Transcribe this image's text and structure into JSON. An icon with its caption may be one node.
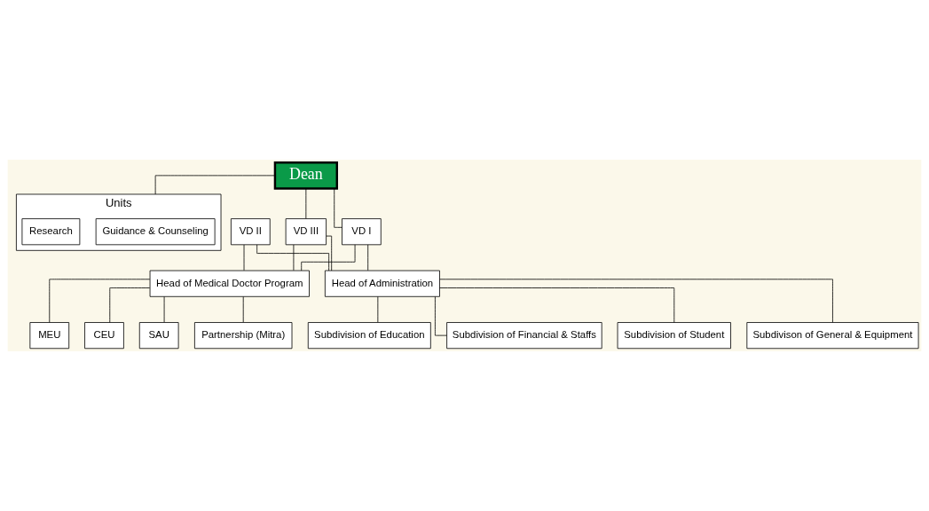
{
  "diagram": {
    "nodes": [
      {
        "text": [
          "Dean"
        ]
      },
      {
        "text": [
          "VD I"
        ]
      },
      {
        "text": [
          "VD II"
        ]
      },
      {
        "text": [
          "VD III"
        ]
      },
      {
        "text": [
          "Units"
        ]
      },
      {
        "text": [
          "Guidance & Counseling"
        ],
        "in": 4
      },
      {
        "text": [
          "Research"
        ],
        "in": 4
      },
      {
        "text": [
          "Head of Medical Doctor Program"
        ]
      },
      {
        "text": [
          "Head of Administration"
        ]
      },
      {
        "text": [
          "MEU"
        ]
      },
      {
        "text": [
          "CEU"
        ]
      },
      {
        "text": [
          "SAU"
        ]
      },
      {
        "text": [
          "Partnership (Mitra)"
        ]
      },
      {
        "text": [
          "Subdivision of Education"
        ]
      },
      {
        "text": [
          "Subdivision of Financial & Staffs"
        ]
      },
      {
        "text": [
          "Subdivision of Student"
        ]
      },
      {
        "text": [
          "Subdivison of General & Equipment"
        ]
      }
    ],
    "edges": [
      {
        "from": 0,
        "to": 1,
        "arrow": "none"
      },
      {
        "from": 0,
        "to": 3,
        "arrow": "none"
      },
      {
        "from": 0,
        "to": 4,
        "arrow": "none"
      },
      {
        "from": 1,
        "to": 7,
        "arrow": "none"
      },
      {
        "from": 2,
        "to": 7,
        "arrow": "none"
      },
      {
        "from": 3,
        "to": 7,
        "arrow": "none"
      },
      {
        "from": 1,
        "to": 8,
        "arrow": "none"
      },
      {
        "from": 2,
        "to": 8,
        "arrow": "none"
      },
      {
        "from": 3,
        "to": 8,
        "arrow": "none"
      },
      {
        "from": 7,
        "to": 9,
        "arrow": "none"
      },
      {
        "from": 7,
        "to": 10,
        "arrow": "none"
      },
      {
        "from": 7,
        "to": 11,
        "arrow": "none"
      },
      {
        "from": 7,
        "to": 12,
        "arrow": "none"
      },
      {
        "from": 8,
        "to": 13,
        "arrow": "none"
      },
      {
        "from": 8,
        "to": 14,
        "arrow": "none"
      },
      {
        "from": 8,
        "to": 15,
        "arrow": "none"
      },
      {
        "from": 8,
        "to": 16,
        "arrow": "none"
      }
    ]
  }
}
